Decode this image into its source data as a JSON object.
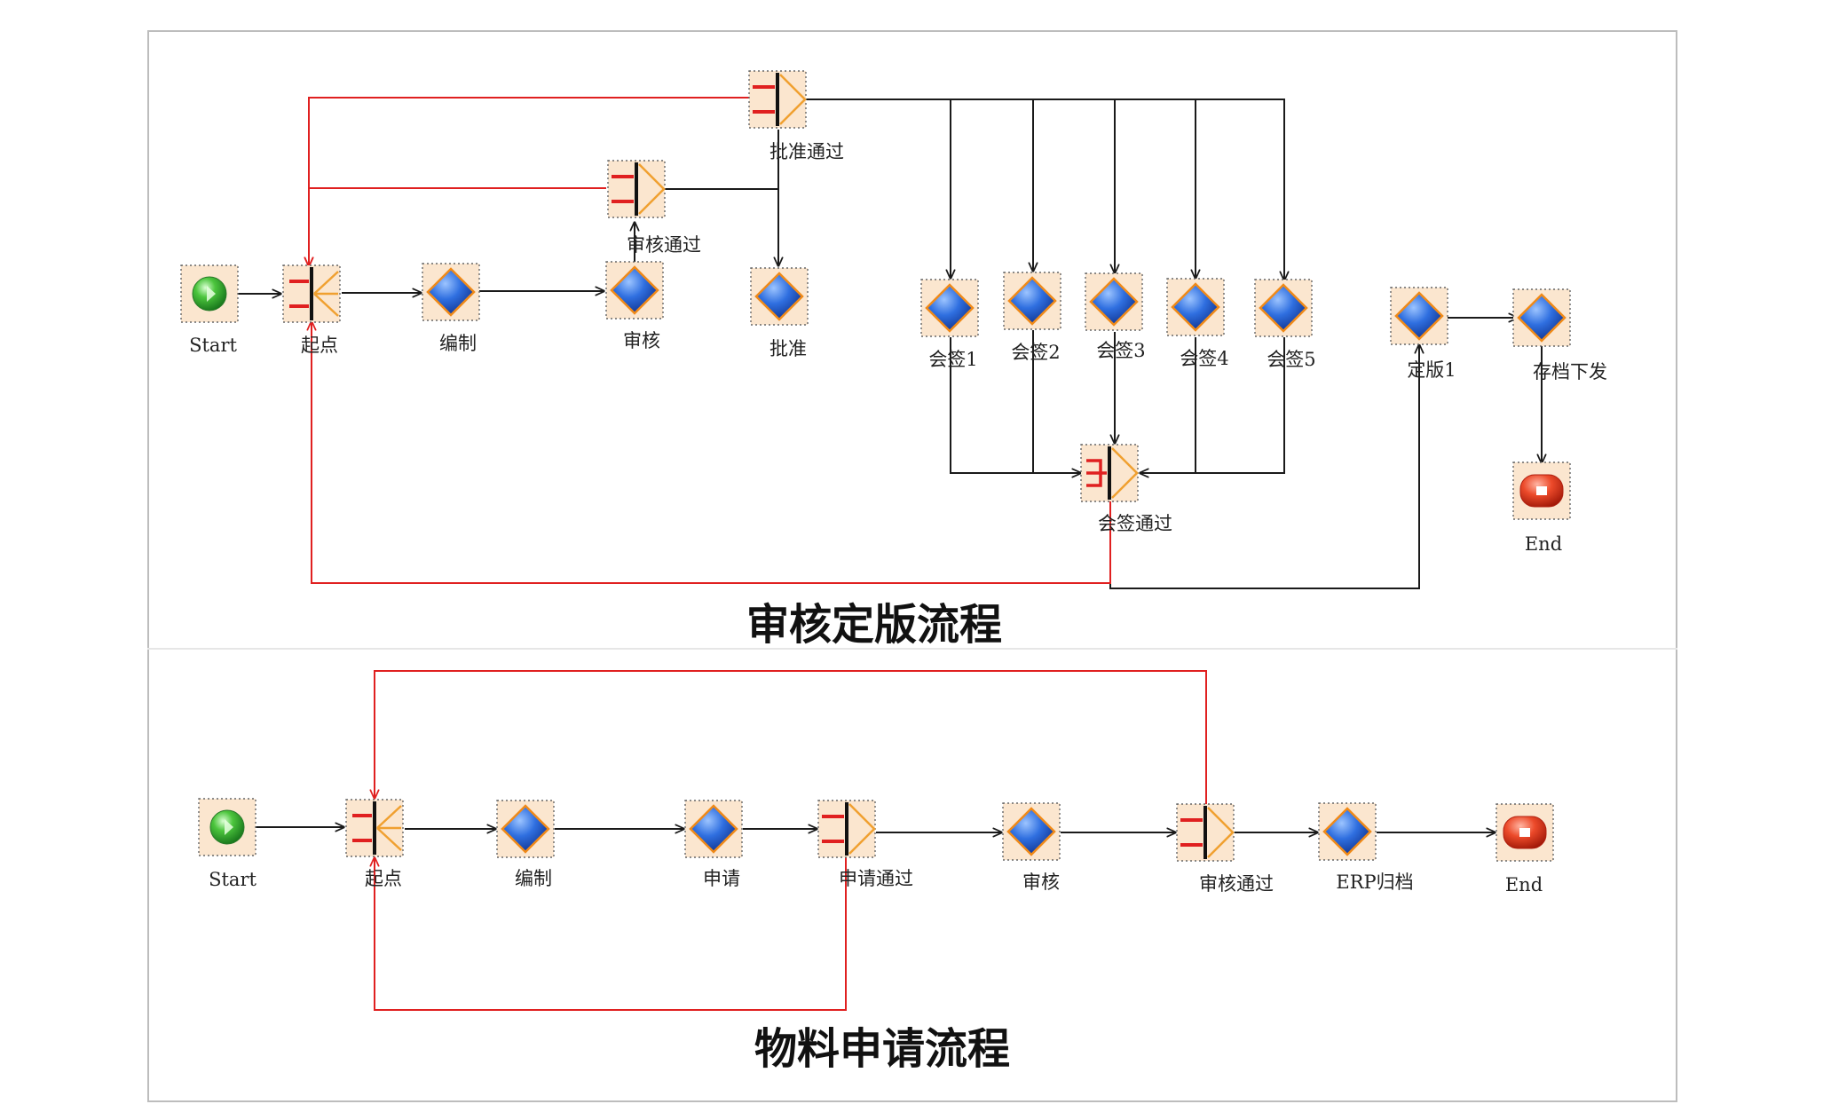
{
  "diagrams": [
    {
      "title": "审核定版流程",
      "nodes": [
        {
          "id": "start1",
          "type": "start",
          "label": "Start"
        },
        {
          "id": "origin1",
          "type": "join",
          "label": "起点"
        },
        {
          "id": "bianzhi1",
          "type": "task",
          "label": "编制"
        },
        {
          "id": "shenhe1",
          "type": "task",
          "label": "审核"
        },
        {
          "id": "shtg1",
          "type": "split",
          "label": "审核通过"
        },
        {
          "id": "pizhun1",
          "type": "task",
          "label": "批准"
        },
        {
          "id": "pztg1",
          "type": "split",
          "label": "批准通过"
        },
        {
          "id": "hq1",
          "type": "task",
          "label": "会签1"
        },
        {
          "id": "hq2",
          "type": "task",
          "label": "会签2"
        },
        {
          "id": "hq3",
          "type": "task",
          "label": "会签3"
        },
        {
          "id": "hq4",
          "type": "task",
          "label": "会签4"
        },
        {
          "id": "hq5",
          "type": "task",
          "label": "会签5"
        },
        {
          "id": "hqtg1",
          "type": "merge",
          "label": "会签通过"
        },
        {
          "id": "dingban1",
          "type": "task",
          "label": "定版1"
        },
        {
          "id": "cdxf1",
          "type": "task",
          "label": "存档下发"
        },
        {
          "id": "end1",
          "type": "end",
          "label": "End"
        }
      ]
    },
    {
      "title": "物料申请流程",
      "nodes": [
        {
          "id": "start2",
          "type": "start",
          "label": "Start"
        },
        {
          "id": "origin2",
          "type": "join",
          "label": "起点"
        },
        {
          "id": "bianzhi2",
          "type": "task",
          "label": "编制"
        },
        {
          "id": "shenqing2",
          "type": "task",
          "label": "申请"
        },
        {
          "id": "sqtg2",
          "type": "split",
          "label": "申请通过"
        },
        {
          "id": "shenhe2",
          "type": "task",
          "label": "审核"
        },
        {
          "id": "shtg2",
          "type": "split",
          "label": "审核通过"
        },
        {
          "id": "erp2",
          "type": "task",
          "label": "ERP归档"
        },
        {
          "id": "end2",
          "type": "end",
          "label": "End"
        }
      ]
    }
  ],
  "colors": {
    "flow_line": "#1a1a1a",
    "return_line": "#e02020",
    "task_fill": "#1f5fd6",
    "start_fill": "#2ea52e",
    "end_fill": "#e03a1e",
    "gateway_orange": "#f0a030",
    "node_bg": "#fbe6cf"
  }
}
